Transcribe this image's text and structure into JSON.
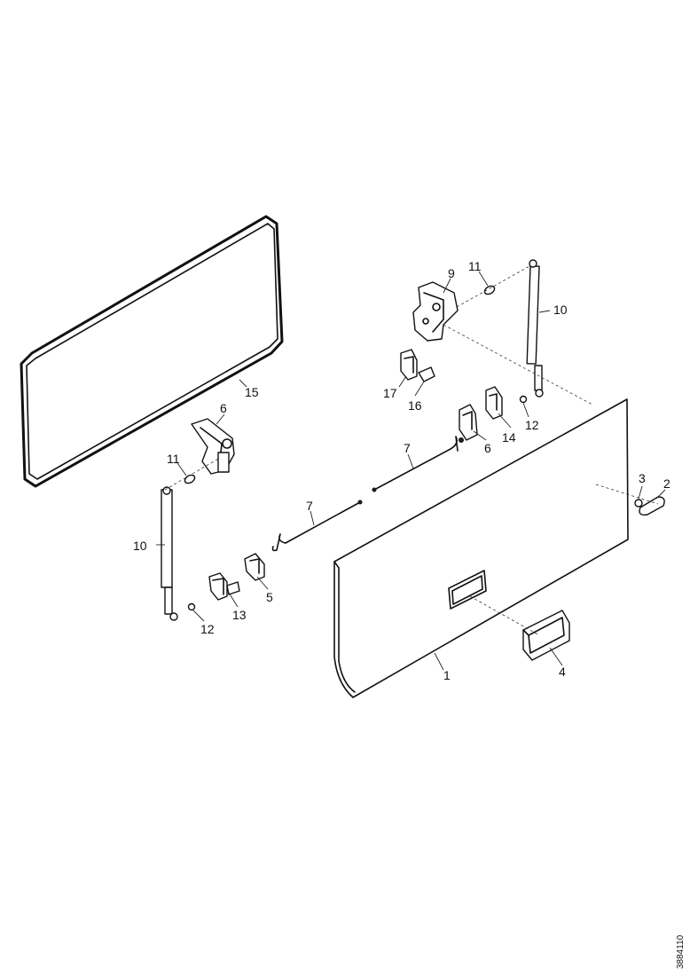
{
  "diagram": {
    "reference_code": "3884110",
    "callouts": {
      "c1": "1",
      "c2": "2",
      "c3": "3",
      "c4": "4",
      "c5": "5",
      "c6a": "6",
      "c6b": "6",
      "c7a": "7",
      "c7b": "7",
      "c9": "9",
      "c10a": "10",
      "c10b": "10",
      "c11a": "11",
      "c11b": "11",
      "c12a": "12",
      "c12b": "12",
      "c13": "13",
      "c14": "14",
      "c15": "15",
      "c16": "16",
      "c17": "17"
    }
  }
}
